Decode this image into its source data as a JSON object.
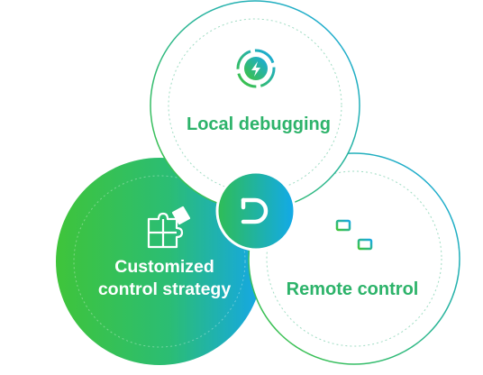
{
  "colors": {
    "green": "#3ec43a",
    "teal": "#2fba86",
    "blue": "#17a7e6",
    "text_green": "#2db36a"
  },
  "center_logo": {
    "letter": "D",
    "icon": "brand-d-logo-icon"
  },
  "nodes": [
    {
      "key": "local",
      "label": "Local debugging",
      "icon": "lightning-gear-icon"
    },
    {
      "key": "remote",
      "label": "Remote control",
      "icon": "remote-layout-icon"
    },
    {
      "key": "custom",
      "label_lines": [
        "Customized",
        "control strategy"
      ],
      "icon": "puzzle-icon"
    }
  ]
}
